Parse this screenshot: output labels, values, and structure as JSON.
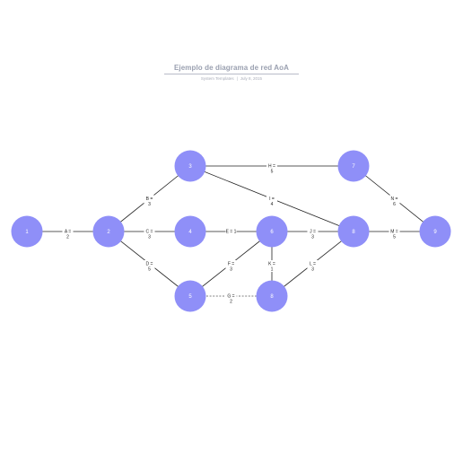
{
  "header": {
    "title": "Ejemplo de diagrama de red AoA",
    "author": "System Templates",
    "date": "July 8, 2015"
  },
  "nodes": [
    {
      "id": "1",
      "label": "1"
    },
    {
      "id": "2",
      "label": "2"
    },
    {
      "id": "3",
      "label": "3"
    },
    {
      "id": "4",
      "label": "4"
    },
    {
      "id": "5",
      "label": "5"
    },
    {
      "id": "6",
      "label": "6"
    },
    {
      "id": "7",
      "label": "7"
    },
    {
      "id": "8",
      "label": "8"
    },
    {
      "id": "9",
      "label": "9"
    },
    {
      "id": "10",
      "label": "8"
    }
  ],
  "edges": [
    {
      "from": "1",
      "to": "2",
      "activity": "A =",
      "duration": "2"
    },
    {
      "from": "2",
      "to": "3",
      "activity": "B =",
      "duration": "3"
    },
    {
      "from": "2",
      "to": "4",
      "activity": "C =",
      "duration": "3"
    },
    {
      "from": "2",
      "to": "5",
      "activity": "D =",
      "duration": "5"
    },
    {
      "from": "4",
      "to": "6",
      "activity": "E = 1",
      "duration": ""
    },
    {
      "from": "5",
      "to": "6",
      "activity": "F =",
      "duration": "3"
    },
    {
      "from": "5",
      "to": "10",
      "activity": "G =",
      "duration": "2",
      "dashed": true
    },
    {
      "from": "3",
      "to": "7",
      "activity": "H =",
      "duration": "5"
    },
    {
      "from": "3",
      "to": "8",
      "activity": "I =",
      "duration": "4"
    },
    {
      "from": "6",
      "to": "8",
      "activity": "J =",
      "duration": "3"
    },
    {
      "from": "6",
      "to": "10",
      "activity": "K =",
      "duration": "1"
    },
    {
      "from": "10",
      "to": "8",
      "activity": "L =",
      "duration": "3"
    },
    {
      "from": "8",
      "to": "9",
      "activity": "M =",
      "duration": "5"
    },
    {
      "from": "7",
      "to": "9",
      "activity": "N =",
      "duration": "6"
    }
  ]
}
